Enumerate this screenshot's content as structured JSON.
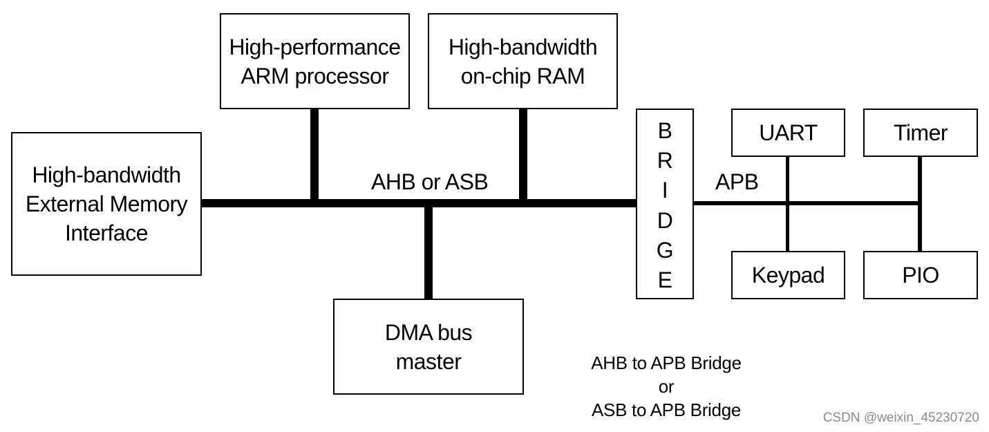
{
  "blocks": {
    "arm_processor": {
      "lines": [
        "High-performance",
        "ARM processor"
      ]
    },
    "onchip_ram": {
      "lines": [
        "High-bandwidth",
        "on-chip RAM"
      ]
    },
    "external_memory": {
      "lines": [
        "High-bandwidth",
        "External Memory",
        "Interface"
      ]
    },
    "dma_master": {
      "lines": [
        "DMA bus",
        "master"
      ]
    },
    "bridge": {
      "letters": [
        "B",
        "R",
        "I",
        "D",
        "G",
        "E"
      ]
    },
    "uart": {
      "label": "UART"
    },
    "timer": {
      "label": "Timer"
    },
    "keypad": {
      "label": "Keypad"
    },
    "pio": {
      "label": "PIO"
    }
  },
  "buses": {
    "system_bus_label": "AHB or ASB",
    "peripheral_bus_label": "APB"
  },
  "note": {
    "lines": [
      "AHB to APB Bridge",
      "or",
      "ASB to APB Bridge"
    ]
  },
  "watermark": "CSDN @weixin_45230720",
  "colors": {
    "line": "#000000",
    "background": "#ffffff",
    "watermark": "#8a8a8a"
  }
}
